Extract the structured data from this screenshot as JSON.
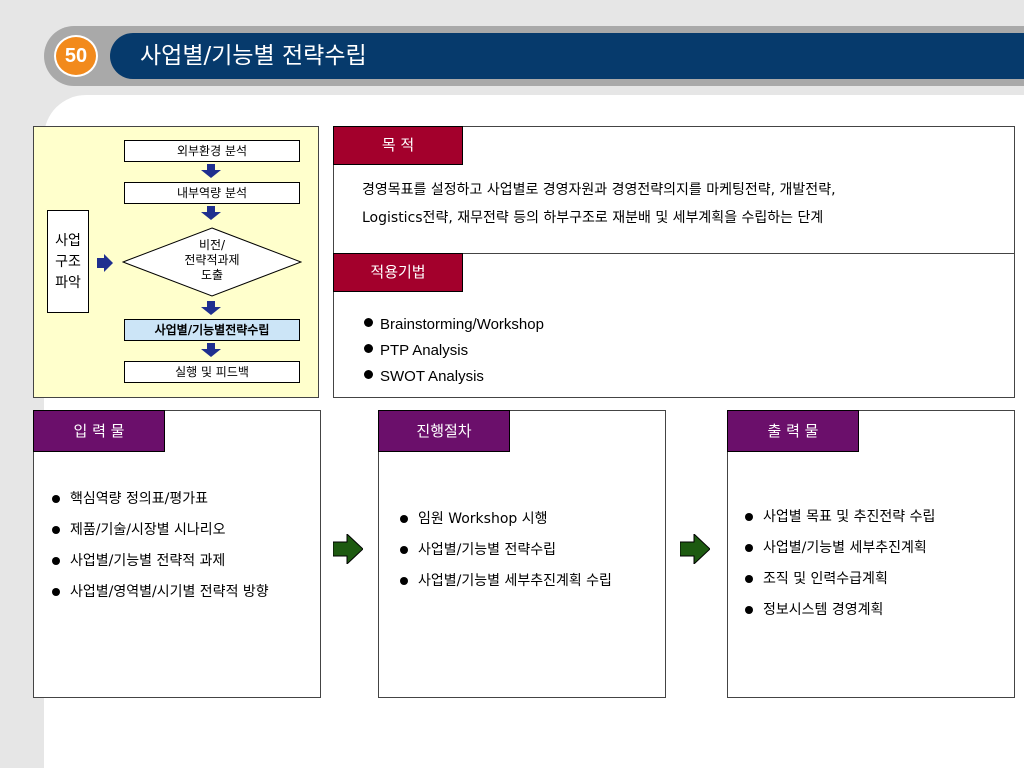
{
  "header": {
    "number": "50",
    "title": "사업별/기능별 전략수립"
  },
  "flow": {
    "steps": [
      "외부환경 분석",
      "내부역량 분석",
      "사업별/기능별전략수립",
      "실행 및 피드백"
    ],
    "diamond_lines": [
      "비전/",
      "전략적과제",
      "도출"
    ],
    "side_lines": [
      "사업",
      "구조",
      "파악"
    ]
  },
  "purpose": {
    "label": "목  적",
    "lines": [
      "경영목표를 설정하고 사업별로 경영자원과 경영전략의지를 마케팅전략, 개발전략,",
      "Logistics전략, 재무전략 등의 하부구조로 재분배 및 세부계획을 수립하는 단계"
    ]
  },
  "techniques": {
    "label": "적용기법",
    "items": [
      "Brainstorming/Workshop",
      "PTP Analysis",
      "SWOT Analysis"
    ]
  },
  "inputs": {
    "label": "입 력 물",
    "items": [
      "핵심역량 정의표/평가표",
      "제품/기술/시장별 시나리오",
      "사업별/기능별 전략적 과제",
      "사업별/영역별/시기별 전략적 방향"
    ]
  },
  "process": {
    "label": "진행절차",
    "items": [
      "임원 Workshop 시행",
      "사업별/기능별 전략수립",
      "사업별/기능별 세부추진계획 수립"
    ]
  },
  "outputs": {
    "label": "출 력 물",
    "items": [
      "사업별 목표 및 추진전략 수립",
      "사업별/기능별 세부추진계획",
      "조직 및 인력수급계획",
      "정보시스템 경영계획"
    ]
  },
  "colors": {
    "header_blue": "#063a6c",
    "badge_orange": "#f28a1c",
    "tag_red": "#a3002c",
    "tag_purple": "#6b0f6b",
    "flow_bg": "#ffffcc",
    "arrow_navy": "#1f2f8f",
    "arrow_green": "#1d5a10"
  },
  "icons": [
    "down-arrow-icon",
    "right-arrow-icon",
    "green-arrow-icon"
  ]
}
